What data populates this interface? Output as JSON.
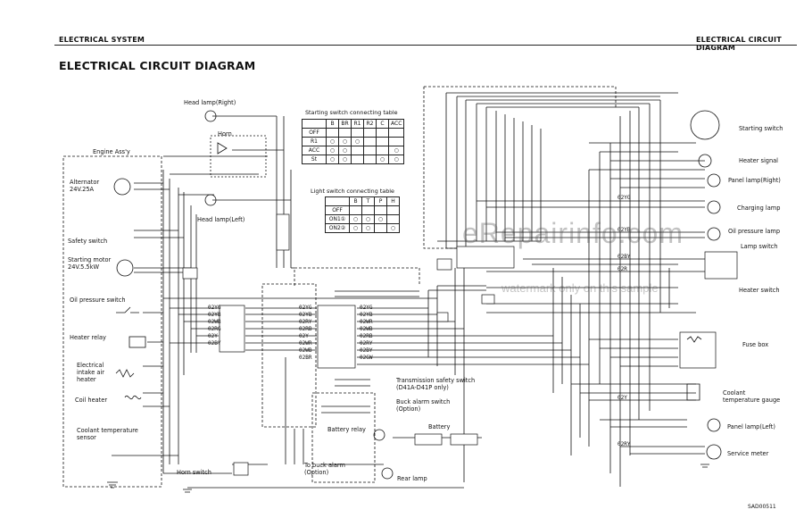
{
  "header": {
    "left": "ELECTRICAL SYSTEM",
    "right": "ELECTRICAL CIRCUIT DIAGRAM"
  },
  "page_title": "ELECTRICAL CIRCUIT DIAGRAM",
  "labels": {
    "head_lamp_right": "Head lamp(Right)",
    "horn": "Horn",
    "head_lamp_left": "Head lamp(Left)",
    "engine_assy": "Engine Ass'y",
    "alternator": "Alternator\n24V.25A",
    "safety_switch": "Safety switch",
    "starting_motor": "Starting motor\n24V.5.5kW",
    "oil_pressure_switch": "Oil pressure switch",
    "heater_relay": "Heater relay",
    "intake_heater": "Electrical\nintake air\nheater",
    "coil_heater": "Coil heater",
    "coolant_sensor": "Coolant temperature\nsensor",
    "horn_switch": "Horn switch",
    "to_buck_alarm": "To buck alarm\n(Option)",
    "rear_lamp": "Rear lamp",
    "battery_relay": "Battery relay",
    "battery": "Battery",
    "transmission_safety": "Transmission safety switch\n(D41A-D41P only)",
    "buck_alarm_switch": "Buck alarm switch\n(Option)",
    "starting_switch": "Starting switch",
    "heater_signal": "Heater signal",
    "panel_lamp_right": "Panel lamp(Right)",
    "charging_lamp": "Charging lamp",
    "oil_pressure_lamp": "Oil pressure lamp",
    "lamp_switch": "Lamp switch",
    "heater_switch": "Heater switch",
    "fuse_box": "Fuse box",
    "coolant_gauge": "Coolant\ntemperature gauge",
    "panel_lamp_left": "Panel lamp(Left)",
    "service_meter": "Service meter",
    "drawing_code": "SAD00511"
  },
  "starting_table": {
    "title": "Starting switch connecting table",
    "headers": [
      "",
      "B",
      "BR",
      "R1",
      "R2",
      "C",
      "ACC"
    ],
    "rows": [
      "OFF",
      "R1",
      "ACC",
      "St"
    ]
  },
  "light_table": {
    "title": "Light switch connecting table",
    "headers": [
      "",
      "B",
      "T",
      "P",
      "H"
    ],
    "rows": [
      "OFF",
      "ON1①",
      "ON2②"
    ]
  },
  "wire_codes": {
    "left_bundle": [
      "02YG",
      "02YB",
      "02WB",
      "02RG",
      "02Y",
      "02BY"
    ],
    "mid_bundle": [
      "02YG",
      "02YB",
      "02RY",
      "02RB",
      "02Y",
      "02WR",
      "02WB",
      "02BR"
    ],
    "right_bundle": [
      "02YG",
      "02YB",
      "02WR",
      "02WB",
      "02RB",
      "02RY",
      "02BY",
      "02GW"
    ],
    "panel_wires": [
      "02YG",
      "02YB",
      "02BY",
      "02R",
      "02Y",
      "02RY"
    ]
  },
  "watermark": {
    "line1": "eRepairinfo.com",
    "line2": "watermark only on this sample"
  }
}
